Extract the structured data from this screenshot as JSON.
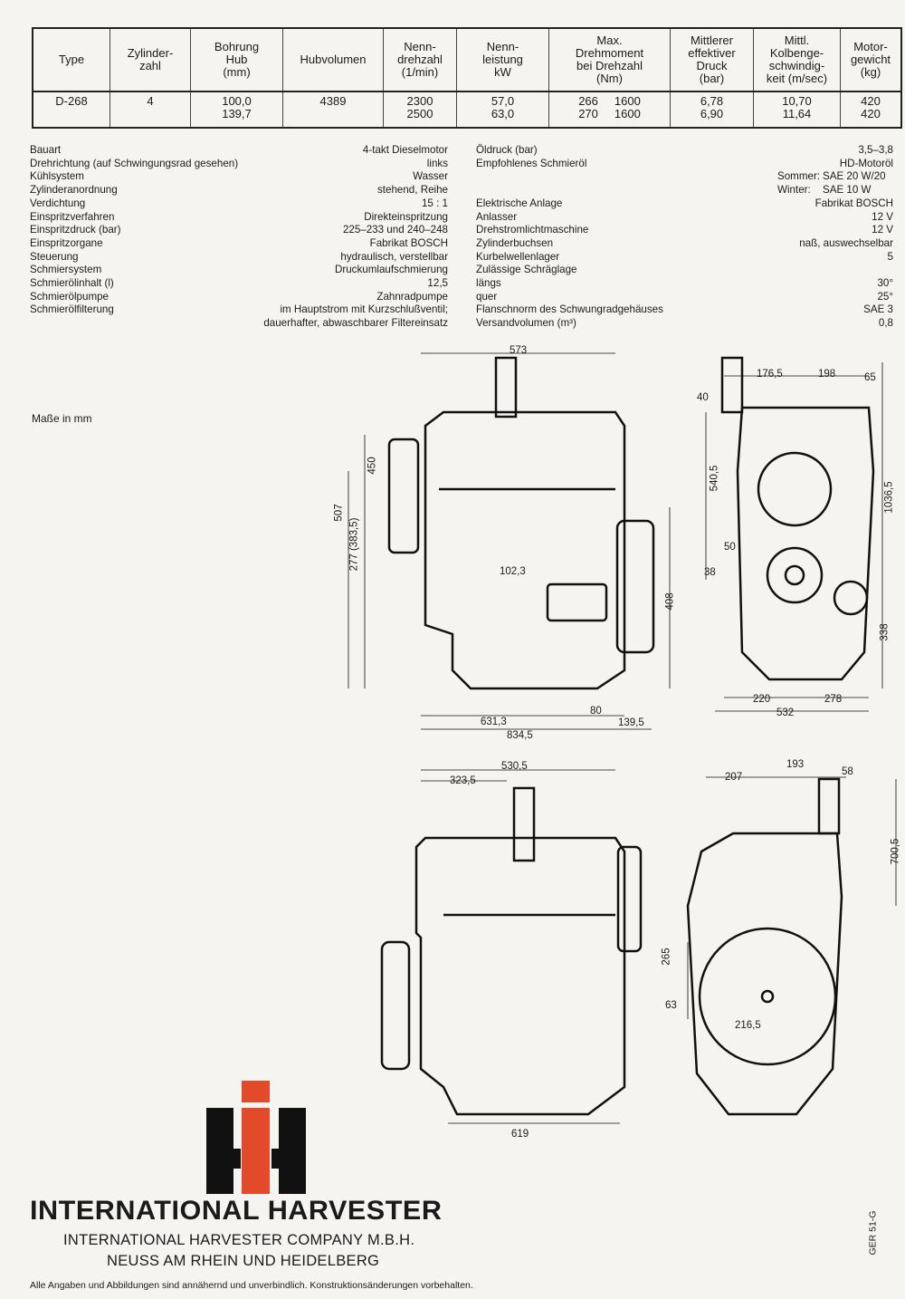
{
  "table": {
    "headers": [
      "Type",
      "Zylinder-\nzahl",
      "Bohrung\nHub\n(mm)",
      "Hubvolumen",
      "Nenn-\ndrehzahl\n(1/min)",
      "Nenn-\nleistung\nkW",
      "Max.\nDrehmoment\nbei Drehzahl\n(Nm)",
      "Mittlerer\neffektiver\nDruck\n(bar)",
      "Mittl.\nKolbenge-\nschwindig-\nkeit (m/sec)",
      "Motor-\ngewicht\n(kg)"
    ],
    "row": {
      "type": "D-268",
      "cylinders": "4",
      "bore": "100,0",
      "stroke": "139,7",
      "displacement": "4389",
      "rpm": [
        "2300",
        "2500"
      ],
      "kw": [
        "57,0",
        "63,0"
      ],
      "torque": [
        "266",
        "270"
      ],
      "torque_rpm": [
        "1600",
        "1600"
      ],
      "pressure": [
        "6,78",
        "6,90"
      ],
      "piston_speed": [
        "10,70",
        "11,64"
      ],
      "weight": [
        "420",
        "420"
      ]
    }
  },
  "specs_left": [
    {
      "label": "Bauart",
      "value": "4-takt Dieselmotor"
    },
    {
      "label": "Drehrichtung (auf Schwingungsrad gesehen)",
      "value": "links"
    },
    {
      "label": "Kühlsystem",
      "value": "Wasser"
    },
    {
      "label": "Zylinderanordnung",
      "value": "stehend, Reihe"
    },
    {
      "label": "Verdichtung",
      "value": "15 : 1"
    },
    {
      "label": "Einspritzverfahren",
      "value": "Direkteinspritzung"
    },
    {
      "label": "Einspritzdruck (bar)",
      "value": "225–233 und 240–248"
    },
    {
      "label": "Einspritzorgane",
      "value": "Fabrikat BOSCH"
    },
    {
      "label": "Steuerung",
      "value": "hydraulisch, verstellbar"
    },
    {
      "label": "Schmiersystem",
      "value": "Druckumlaufschmierung"
    },
    {
      "label": "Schmierölinhalt (l)",
      "value": "12,5"
    },
    {
      "label": "Schmierölpumpe",
      "value": "Zahnradpumpe"
    },
    {
      "label": "Schmierölfilterung",
      "value": "im Hauptstrom mit Kurzschlußventil;"
    },
    {
      "label": "",
      "value": "dauerhafter, abwaschbarer Filtereinsatz"
    }
  ],
  "specs_right": [
    {
      "label": "Öldruck (bar)",
      "value": "3,5–3,8"
    },
    {
      "label": "Empfohlenes Schmieröl",
      "value": "HD-Motoröl"
    },
    {
      "label": "",
      "prefix": "Sommer:",
      "value": "SAE 20 W/20"
    },
    {
      "label": "",
      "prefix": "Winter:",
      "value": "SAE 10 W"
    },
    {
      "label": "Elektrische Anlage",
      "value": "Fabrikat BOSCH"
    },
    {
      "label": "Anlasser",
      "value": "12 V"
    },
    {
      "label": "Drehstromlichtmaschine",
      "value": "12 V"
    },
    {
      "label": "Zylinderbuchsen",
      "value": "naß, auswechselbar"
    },
    {
      "label": "Kurbelwellenlager",
      "value": "5"
    },
    {
      "label": "Zulässige Schräglage",
      "value": ""
    },
    {
      "label": "längs",
      "value": "30°"
    },
    {
      "label": "quer",
      "value": "25°"
    },
    {
      "label": "Flanschnorm des Schwungradgehäuses",
      "value": "SAE 3"
    },
    {
      "label": "Versandvolumen (m³)",
      "value": "0,8"
    }
  ],
  "units_note": "Maße in mm",
  "dims": {
    "side": [
      "573",
      "450",
      "507",
      "277 (383,5)",
      "102,3",
      "408",
      "80",
      "631,3",
      "834,5",
      "139,5"
    ],
    "front": [
      "176,5",
      "198",
      "65",
      "40",
      "540,5",
      "1036,5",
      "50",
      "38",
      "338",
      "220",
      "278",
      "532"
    ],
    "side2": [
      "530,5",
      "323,5",
      "619"
    ],
    "rear": [
      "207",
      "193",
      "58",
      "700,5",
      "265",
      "63",
      "216,5"
    ]
  },
  "footer": {
    "brand": "INTERNATIONAL HARVESTER",
    "company": "INTERNATIONAL HARVESTER COMPANY M.B.H.",
    "city": "NEUSS AM RHEIN UND HEIDELBERG",
    "disclaimer": "Alle Angaben und Abbildungen sind annähernd und unverbindlich. Konstruktionsänderungen vorbehalten.",
    "code": "GER 51-G"
  },
  "colors": {
    "logo_red": "#e24a2a",
    "logo_black": "#111111"
  }
}
